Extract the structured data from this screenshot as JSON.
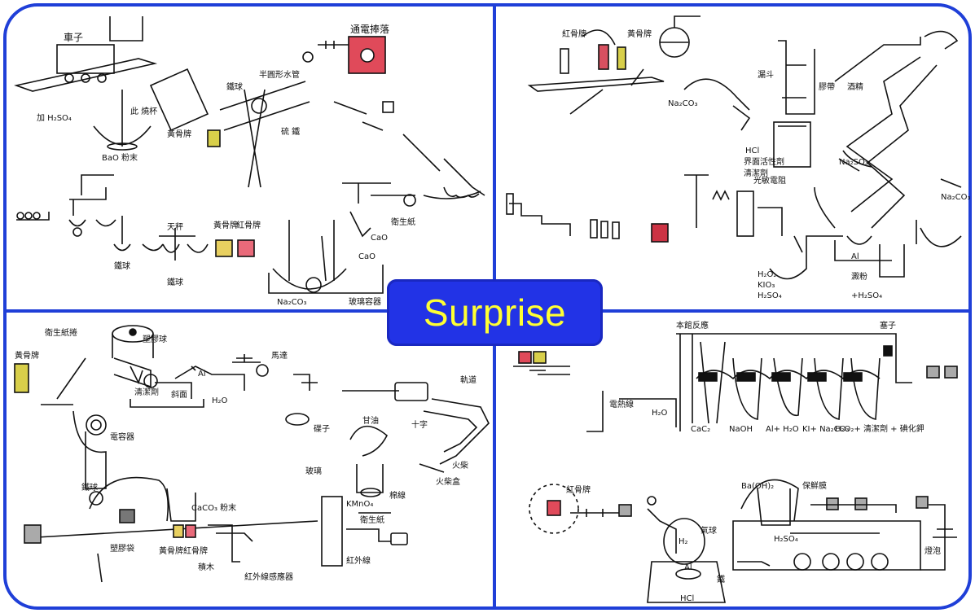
{
  "badge": {
    "label": "Surprise",
    "bg": "#2233e6",
    "text_color": "#ffff33"
  },
  "frame": {
    "border_color": "#1f3fd8"
  },
  "labels": {
    "q1": {
      "car": "車子",
      "power": "通電捧落",
      "h2so4": "加 H₂SO₄",
      "bao": "BaO 粉末",
      "beaker": "此 燒杯",
      "ironball1": "鐵球",
      "yellow": "黃骨牌",
      "tube": "半圓形水管",
      "sulfur": "硫 鐵",
      "cao1": "CaO",
      "cao2": "CaO",
      "na2co3": "Na₂CO₃",
      "ironball2": "鐵球",
      "ironball3": "鐵球",
      "scale": "天秤",
      "yellowdom": "黃骨牌",
      "reddom": "紅骨牌",
      "paper": "衛生紙",
      "tray": "玻璃容器"
    },
    "q2": {
      "reddomino": "紅骨牌",
      "yellowdomino": "黃骨牌",
      "na2co3": "Na₂CO₃",
      "hcl": "HCl",
      "surf": "界面活性劑",
      "clean": "清潔劑",
      "funnel": "漏斗",
      "alcohol": "酒精",
      "pipe": "膠帶",
      "na2so3": "Na₂SO₃",
      "na2co3b": "Na₂CO₃",
      "al": "Al",
      "h2o2": "H₂O₂",
      "ki": "KIO₃",
      "h2so4": "H₂SO₄",
      "starch": "澱粉",
      "acid": "+H₂SO₄",
      "battery": "光敏電阻"
    },
    "q3": {
      "yellow": "黃骨牌",
      "paper": "衛生紙捲",
      "ball": "塑膠球",
      "al": "Al",
      "clean": "清潔劑",
      "h2o": "H₂O",
      "slope": "斜面",
      "motor": "馬達",
      "track": "軌道",
      "roll": "電容器",
      "plate": "碟子",
      "glycerin": "甘油",
      "cross": "十字",
      "matches": "火柴",
      "box": "火柴盒",
      "kmno4": "KMnO₄",
      "glass": "玻璃",
      "tissue": "衛生紙",
      "cotton": "棉線",
      "caco3": "CaCO₃ 粉末",
      "bag": "塑膠袋",
      "yellowdom": "黃骨牌",
      "reddom": "紅骨牌",
      "block": "積木",
      "infrared": "紅外線",
      "sensor": "紅外線感應器",
      "ironball": "鐵球"
    },
    "q4": {
      "title": "本館反應",
      "heater": "電熱線",
      "h2o": "H₂O",
      "cac2": "CaC₂",
      "naoh": "NaOH",
      "al": "Al+ H₂O",
      "ki": "KI+ Na₂CO₃",
      "h2o2": "H₂O₂+ 清潔劑 + 碘化鉀",
      "stopper": "塞子",
      "hcl": "HCl",
      "h2": "H₂",
      "al2": "Al",
      "iron": "鐵",
      "baoh": "Ba(OH)₂",
      "film": "保鮮膜",
      "h2so4": "H₂SO₄",
      "bulb": "燈泡",
      "balloon": "氣球",
      "red": "紅骨牌"
    }
  }
}
